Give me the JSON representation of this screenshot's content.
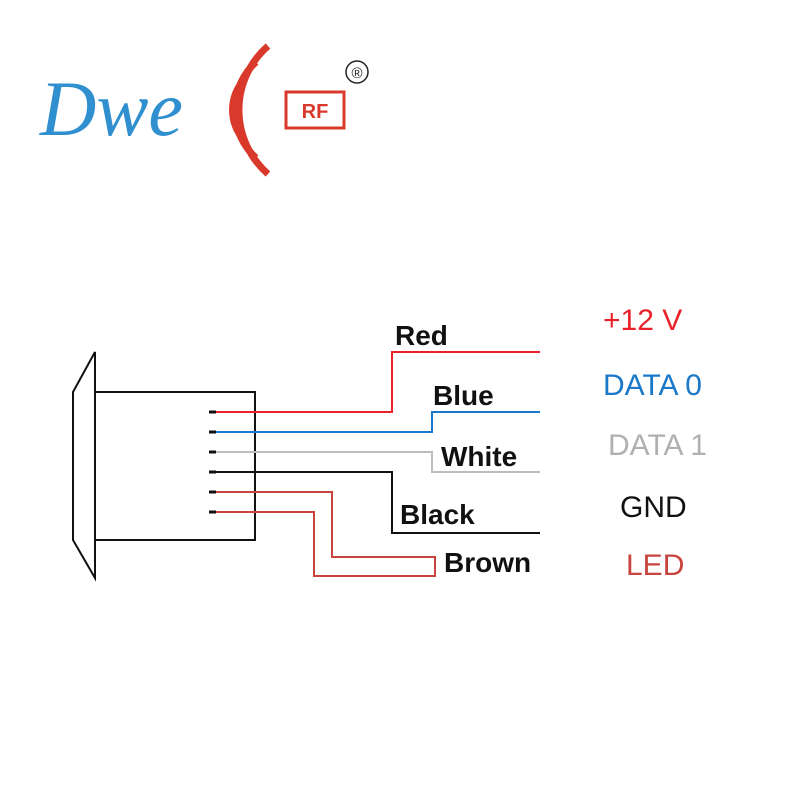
{
  "logo": {
    "script_text": "Dwe",
    "badge_text": "RF",
    "registered_mark": "®",
    "colors": {
      "script": "#2f8fcf",
      "waves": "#d9392b"
    }
  },
  "wires": [
    {
      "label": "Red",
      "function": "+12 V",
      "color": "#e8212a",
      "function_color": "#e8212a"
    },
    {
      "label": "Blue",
      "function": "DATA 0",
      "color": "#1a78c8",
      "function_color": "#1a78c8"
    },
    {
      "label": "White",
      "function": "DATA 1",
      "color": "#bdbdbd",
      "function_color": "#b0b0b0"
    },
    {
      "label": "Black",
      "function": "GND",
      "color": "#111111",
      "function_color": "#111111"
    },
    {
      "label": "Brown",
      "function": "LED",
      "color": "#c8443e",
      "function_color": "#c8443e"
    }
  ]
}
